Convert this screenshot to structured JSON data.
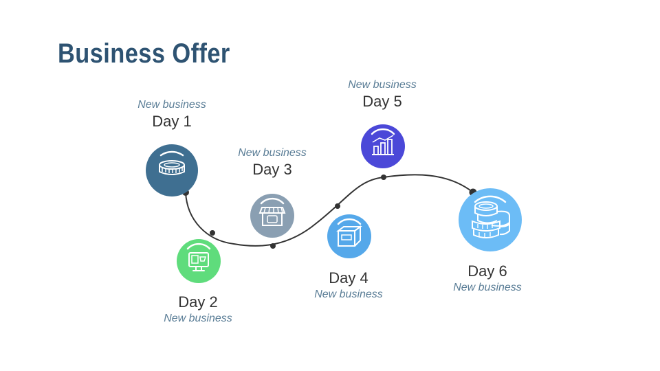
{
  "slide": {
    "title": "Business Offer"
  },
  "milestones": [
    {
      "day": "Day 1",
      "subtitle": "New business",
      "icon": "coin-icon",
      "color": "#3f6f91"
    },
    {
      "day": "Day 2",
      "subtitle": "New business",
      "icon": "computer-cart-icon",
      "color": "#5fdc7c"
    },
    {
      "day": "Day 3",
      "subtitle": "New business",
      "icon": "storefront-icon",
      "color": "#8a9fb2"
    },
    {
      "day": "Day 4",
      "subtitle": "New business",
      "icon": "box-icon",
      "color": "#55a8ea"
    },
    {
      "day": "Day 5",
      "subtitle": "New business",
      "icon": "bar-chart-icon",
      "color": "#4b48d8"
    },
    {
      "day": "Day 6",
      "subtitle": "New business",
      "icon": "coin-stack-icon",
      "color": "#6cbcf6"
    }
  ],
  "path_color": "#333333"
}
